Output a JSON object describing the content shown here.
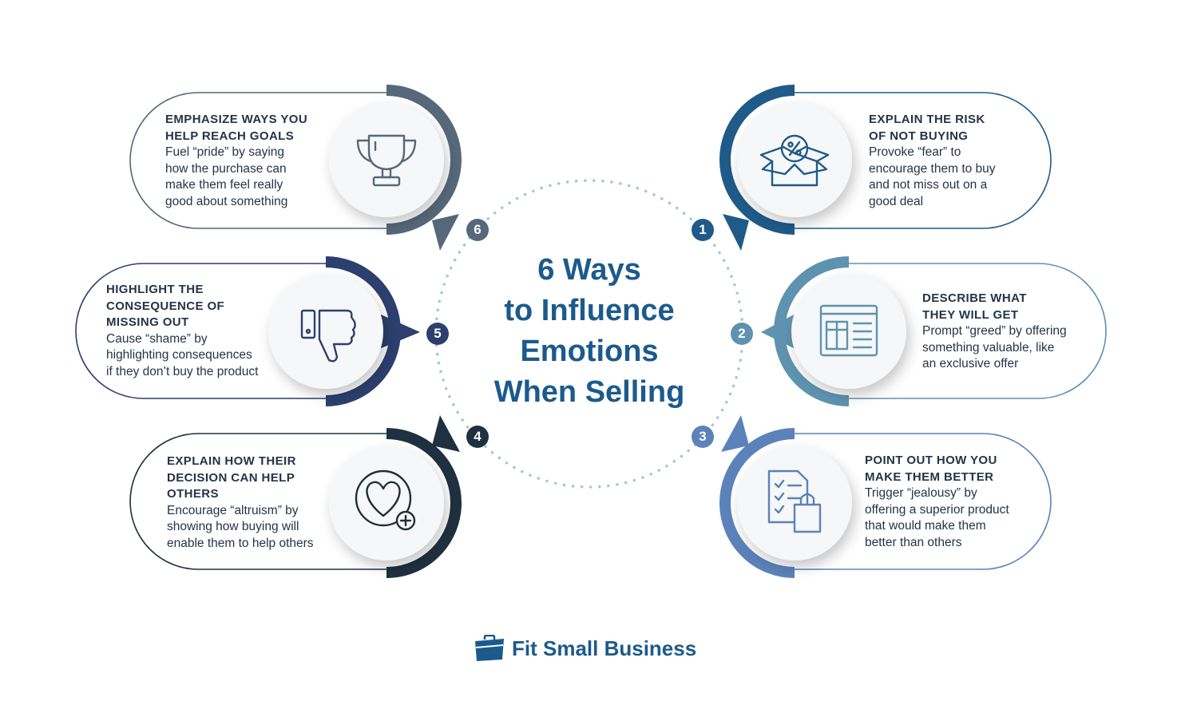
{
  "title": [
    "6 Ways",
    "to Influence",
    "Emotions",
    "When Selling"
  ],
  "brand": {
    "name": "Fit Small Business",
    "icon": "briefcase-icon"
  },
  "colors": {
    "title": "#1c5a8c",
    "step1": "#1f5a88",
    "step2": "#5e93b0",
    "step3": "#5b82ba",
    "step4": "#1f3040",
    "step5": "#2c3f6e",
    "step6": "#56687a",
    "dots": "#a9c4d6"
  },
  "steps": [
    {
      "number": "1",
      "icon": "discount-box-icon",
      "heading": [
        "EXPLAIN THE RISK",
        "OF NOT BUYING"
      ],
      "body": [
        "Provoke “fear” to",
        "encourage them to buy",
        "and not miss out on a",
        "good deal"
      ]
    },
    {
      "number": "2",
      "icon": "gift-webpage-icon",
      "heading": [
        "DESCRIBE WHAT",
        "THEY WILL GET"
      ],
      "body": [
        "Prompt “greed” by offering",
        "something valuable, like",
        "an exclusive offer"
      ]
    },
    {
      "number": "3",
      "icon": "checklist-shopping-bag-icon",
      "heading": [
        "POINT OUT HOW YOU",
        "MAKE THEM BETTER"
      ],
      "body": [
        "Trigger “jealousy” by",
        "offering a superior product",
        "that would make them",
        "better than others"
      ]
    },
    {
      "number": "4",
      "icon": "heart-plus-icon",
      "heading": [
        "EXPLAIN HOW THEIR",
        "DECISION CAN HELP",
        "OTHERS"
      ],
      "body": [
        "Encourage “altruism” by",
        "showing how buying will",
        "enable them to help others"
      ]
    },
    {
      "number": "5",
      "icon": "thumbs-down-icon",
      "heading": [
        "HIGHLIGHT THE",
        "CONSEQUENCE OF",
        "MISSING OUT"
      ],
      "body": [
        "Cause “shame” by",
        "highlighting consequences",
        "if they don’t buy the product"
      ]
    },
    {
      "number": "6",
      "icon": "trophy-icon",
      "heading": [
        "EMPHASIZE WAYS YOU",
        "HELP REACH GOALS"
      ],
      "body": [
        "Fuel “pride” by saying",
        "how the purchase can",
        "make them feel really",
        "good about something"
      ]
    }
  ]
}
